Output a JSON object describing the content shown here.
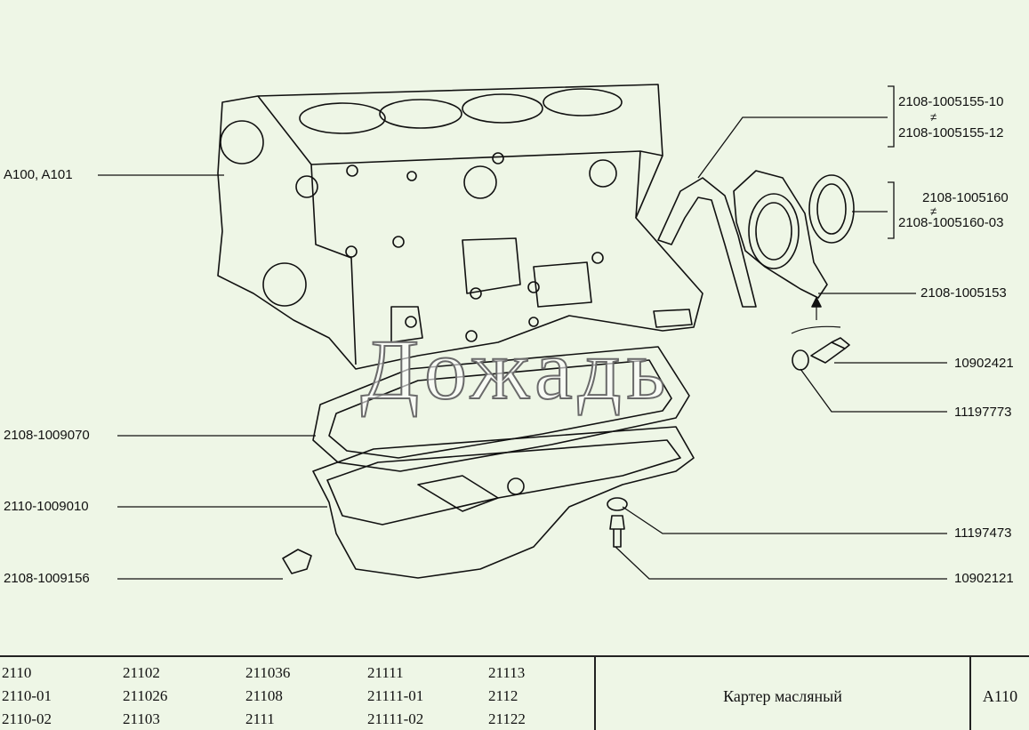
{
  "callouts": {
    "block": "A100, A101",
    "pan_gasket": "2108-1009070",
    "oil_pan": "2110-1009010",
    "drain_plug": "2108-1009156",
    "rear_gasket_a": "2108-1005155-10",
    "rear_gasket_b": "2108-1005155-12",
    "seal_a": "2108-1005160",
    "seal_b": "2108-1005160-03",
    "holder": "2108-1005153",
    "bolt_holder": "10902421",
    "washer": "11197773",
    "pan_washer": "11197473",
    "pan_bolt": "10902121",
    "neq_symbol": "≠"
  },
  "watermark": "Дожадь",
  "footer": {
    "models": [
      [
        "2110",
        "2110-01",
        "2110-02"
      ],
      [
        "21102",
        "211026",
        "21103"
      ],
      [
        "211036",
        "21108",
        "2111"
      ],
      [
        "21111",
        "21111-01",
        "21111-02"
      ],
      [
        "21113",
        "2112",
        "21122"
      ]
    ],
    "title": "Картер масляный",
    "code": "A110"
  },
  "colors": {
    "background": "#eef6e6",
    "ink": "#111111"
  }
}
